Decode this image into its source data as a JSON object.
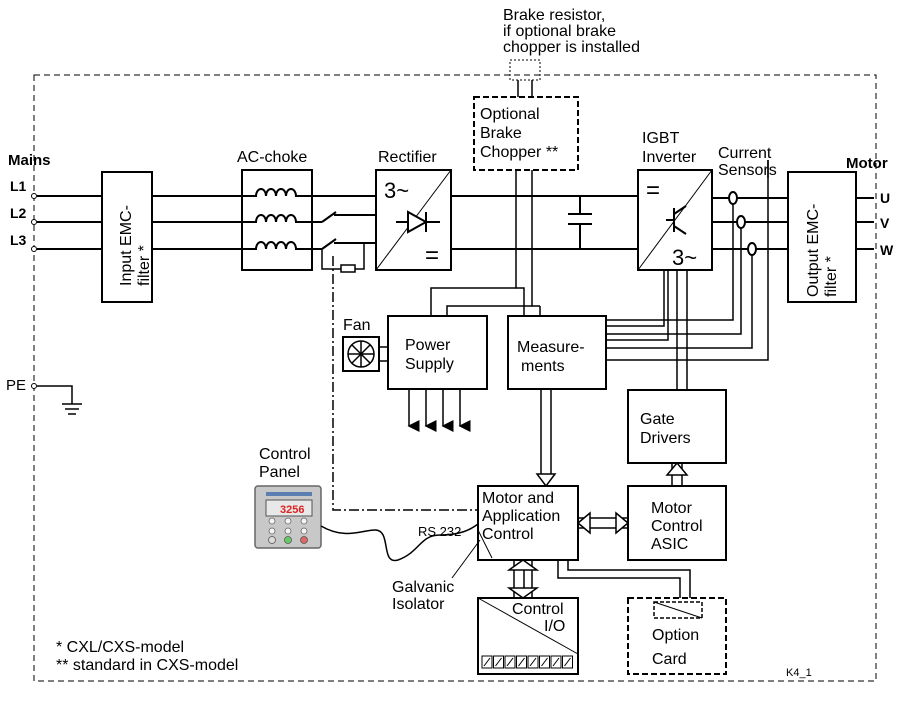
{
  "labels": {
    "brake_resistor": [
      "Brake resistor,",
      "if optional brake",
      "chopper is installed"
    ],
    "optional_brake_chopper": [
      "Optional",
      "Brake",
      "Chopper **"
    ],
    "mains": "Mains",
    "l1": "L1",
    "l2": "L2",
    "l3": "L3",
    "pe": "PE",
    "input_emc": [
      "Input EMC-",
      "filter *"
    ],
    "ac_choke": "AC-choke",
    "rectifier": "Rectifier",
    "rectifier_ac": "3~",
    "rectifier_dc": "=",
    "igbt": [
      "IGBT",
      "Inverter"
    ],
    "inverter_dc": "=",
    "inverter_ac": "3~",
    "current_sensors": [
      "Current",
      "Sensors"
    ],
    "motor": "Motor",
    "u": "U",
    "v": "V",
    "w": "W",
    "output_emc": [
      "Output EMC-",
      "filter *"
    ],
    "fan": "Fan",
    "power_supply": [
      "Power",
      "Supply"
    ],
    "measurements": [
      "Measure-",
      "ments"
    ],
    "gate_drivers": [
      "Gate",
      "Drivers"
    ],
    "control_panel": [
      "Control",
      "Panel"
    ],
    "panel_display": "3256",
    "motor_app_control": [
      "Motor and",
      "Application",
      "Control"
    ],
    "rs232": "RS 232",
    "galvanic": [
      "Galvanic",
      "Isolator"
    ],
    "motor_control_asic": [
      "Motor",
      "Control",
      "ASIC"
    ],
    "control_io": [
      "Control",
      "I/O"
    ],
    "option_card": [
      "Option",
      "Card"
    ],
    "footnotes": [
      "* CXL/CXS-model",
      "** standard in CXS-model"
    ],
    "figure_code": "K4_1"
  }
}
